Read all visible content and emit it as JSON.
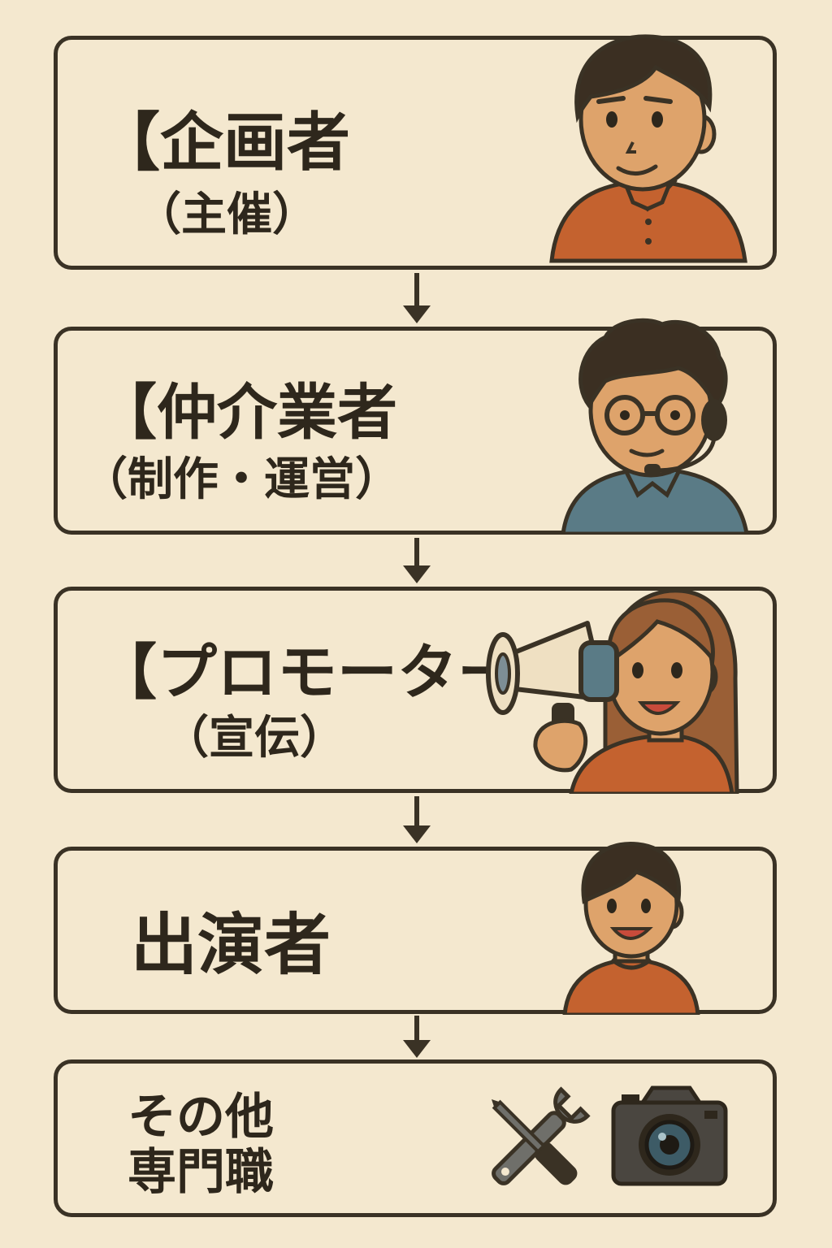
{
  "colors": {
    "background": "#f4e8cf",
    "ink": "#3a3225",
    "skin": "#dea36b",
    "hair": "#3b2f22",
    "orange_shirt": "#c4622f",
    "blue_shirt": "#5a7b86",
    "brown_hair": "#9a5f36"
  },
  "steps": [
    {
      "title": "【企画者",
      "sub": "（主催）",
      "icon": "planner-person-icon"
    },
    {
      "title": "【仲介業者",
      "sub": "（制作・運営）",
      "icon": "producer-headset-person-icon"
    },
    {
      "title": "【プロモーター",
      "sub": "（宣伝）",
      "icon": "promoter-megaphone-person-icon"
    },
    {
      "title": "出演者",
      "icon": "performer-person-icon"
    },
    {
      "title_line1": "その他",
      "title_line2": "専門職",
      "icons": [
        "wrench-screwdriver-icon",
        "camera-icon"
      ]
    }
  ]
}
